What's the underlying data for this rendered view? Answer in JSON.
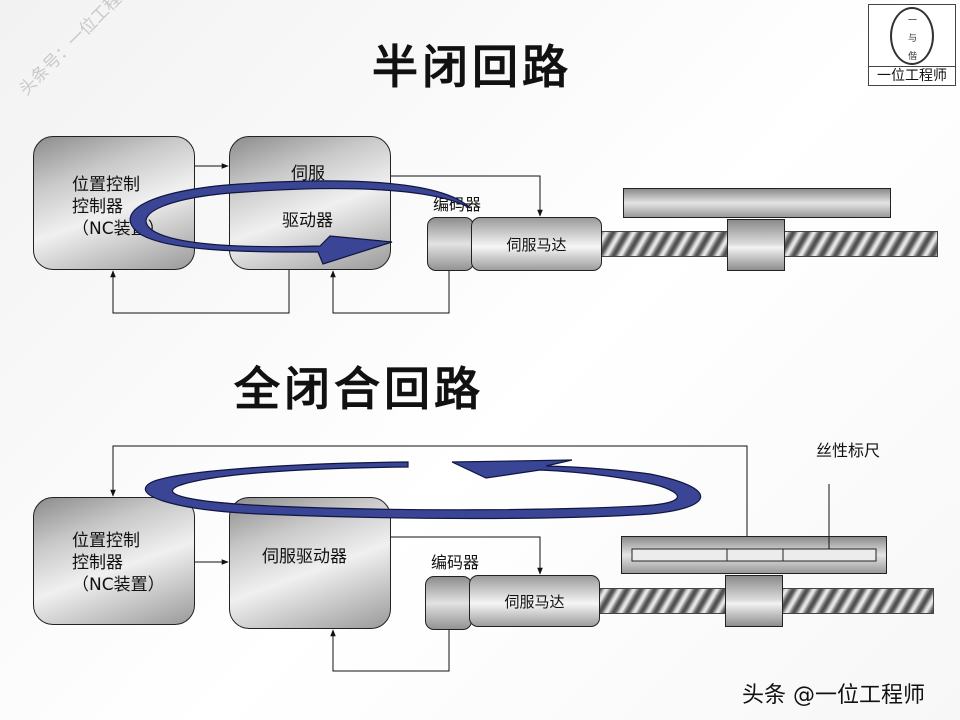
{
  "semi_closed": {
    "title": "半闭回路",
    "controller_label": "位置控制\n控制器\n（NC装置）",
    "servo_top": "伺服",
    "servo_bottom": "驱动器",
    "encoder_label": "编码器",
    "motor_label": "伺服马达"
  },
  "full_closed": {
    "title": "全闭合回路",
    "controller_label": "位置控制\n控制器\n（NC装置）",
    "servo_label": "伺服驱动器",
    "encoder_label": "编码器",
    "motor_label": "伺服马达",
    "scale_label": "丝性标尺"
  },
  "logo": {
    "caption": "一位工程师",
    "glyph_top": "一",
    "glyph_mid": "与",
    "glyph_bottom": "偕"
  },
  "watermark": "头条号：一位工程师",
  "credit": "头条 @一位工程师",
  "colors": {
    "loop_arrow_fill": "#3b4596",
    "loop_arrow_stroke": "#10163f"
  }
}
